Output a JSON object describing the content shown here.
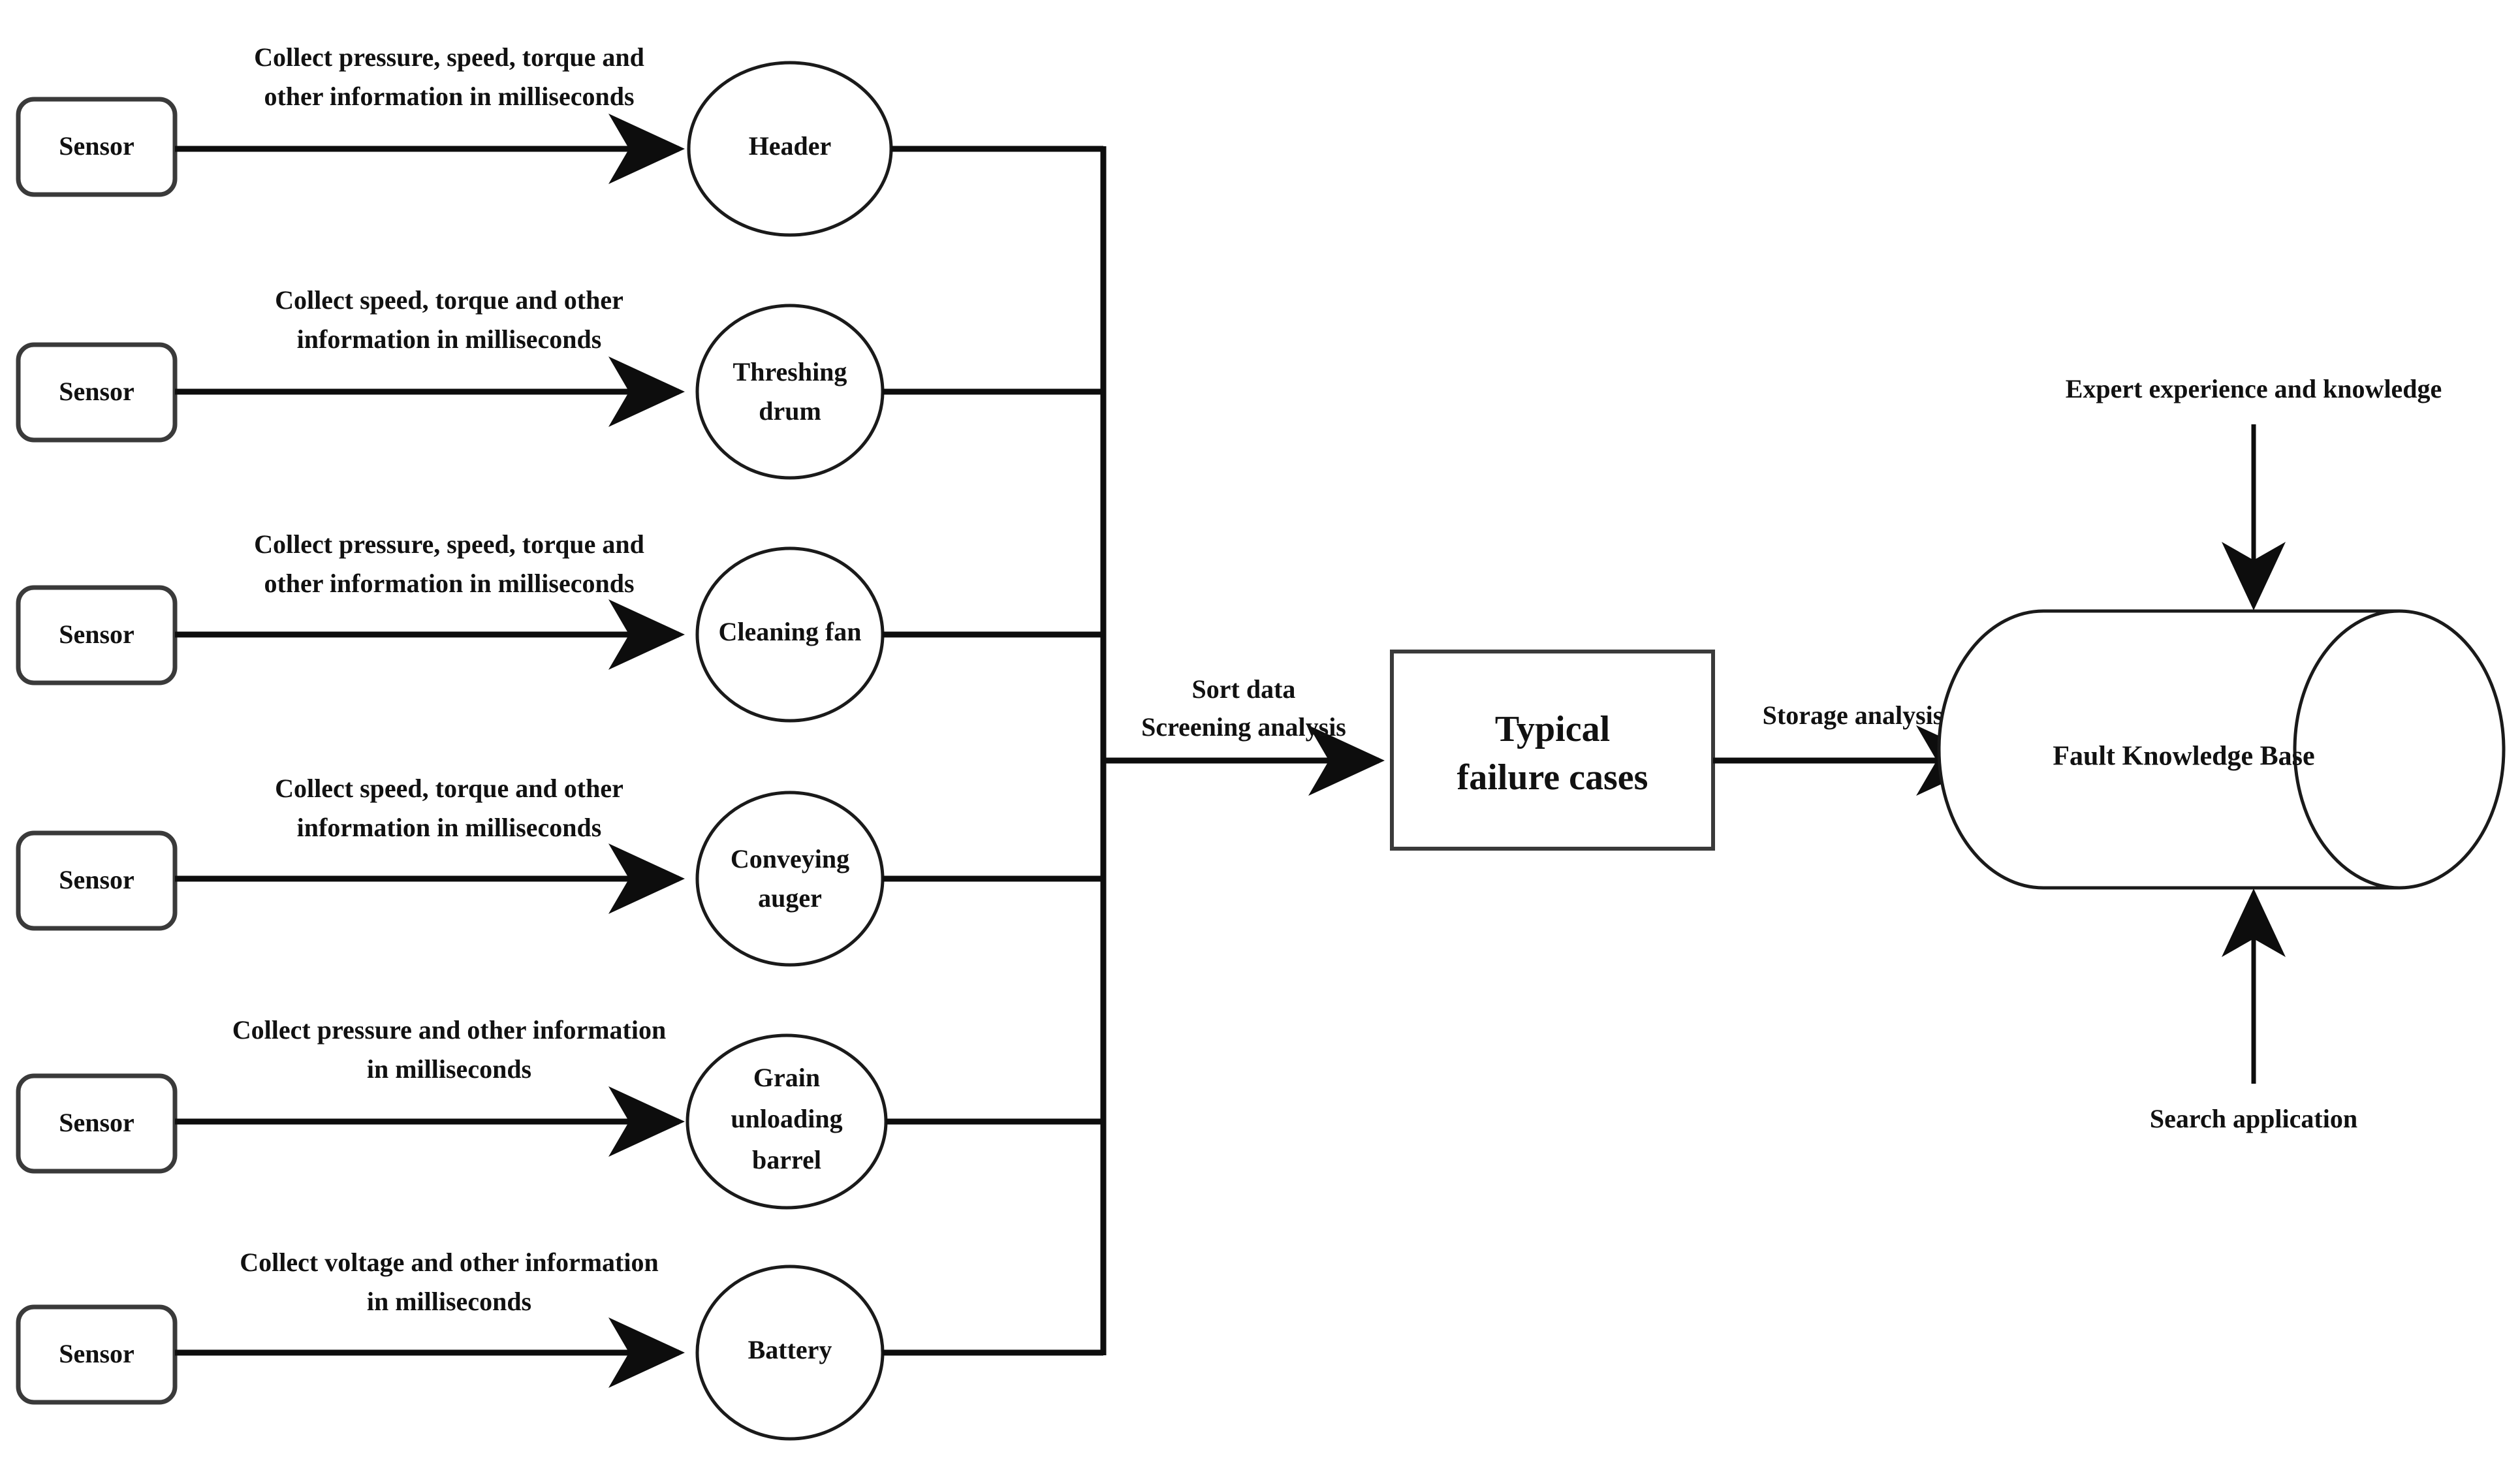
{
  "diagram": {
    "title": "Fault knowledge base construction flow",
    "colors": {
      "stroke": "#1a1a1a",
      "connector": "#0d0d0d",
      "text": "#111111",
      "background": "#ffffff"
    },
    "sensor_label": "Sensor",
    "rows": [
      {
        "sensor": "Sensor",
        "edge_line1": "Collect pressure, speed, torque and",
        "edge_line2": "other information in milliseconds",
        "node_line1": "Header",
        "node_line2": "",
        "node_line3": ""
      },
      {
        "sensor": "Sensor",
        "edge_line1": "Collect speed, torque and other",
        "edge_line2": "information in milliseconds",
        "node_line1": "Threshing",
        "node_line2": "drum",
        "node_line3": ""
      },
      {
        "sensor": "Sensor",
        "edge_line1": "Collect pressure, speed, torque and",
        "edge_line2": "other information in milliseconds",
        "node_line1": "Cleaning fan",
        "node_line2": "",
        "node_line3": ""
      },
      {
        "sensor": "Sensor",
        "edge_line1": "Collect speed, torque and other",
        "edge_line2": "information in milliseconds",
        "node_line1": "Conveying",
        "node_line2": "auger",
        "node_line3": ""
      },
      {
        "sensor": "Sensor",
        "edge_line1": "Collect pressure and other information",
        "edge_line2": "in milliseconds",
        "node_line1": "Grain",
        "node_line2": "unloading",
        "node_line3": "barrel"
      },
      {
        "sensor": "Sensor",
        "edge_line1": "Collect voltage and other information",
        "edge_line2": "in milliseconds",
        "node_line1": "Battery",
        "node_line2": "",
        "node_line3": ""
      }
    ],
    "sort_edge": {
      "line1": "Sort data",
      "line2": "Screening analysis"
    },
    "failure_box": {
      "line1": "Typical",
      "line2": "failure cases"
    },
    "storage_edge": {
      "label": "Storage analysis"
    },
    "knowledge_base": {
      "label": "Fault Knowledge Base"
    },
    "expert_input": {
      "label": "Expert experience and knowledge"
    },
    "search_input": {
      "label": "Search application"
    }
  }
}
